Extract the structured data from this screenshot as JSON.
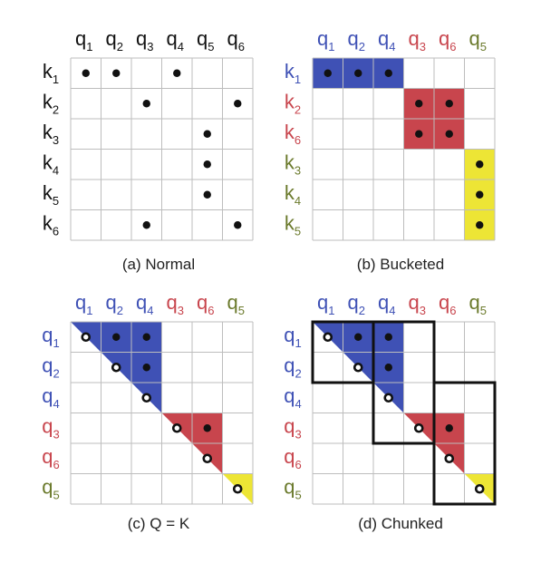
{
  "colors": {
    "blue": "#3f51b5",
    "red": "#c8454d",
    "yellow": "#ede535",
    "olive": "#6b7a2c",
    "black": "#111111",
    "grid": "#bdbdbd"
  },
  "panels": [
    {
      "id": "a",
      "caption": "(a) Normal",
      "col_labels": [
        {
          "base": "q",
          "sub": "1",
          "color": "black"
        },
        {
          "base": "q",
          "sub": "2",
          "color": "black"
        },
        {
          "base": "q",
          "sub": "3",
          "color": "black"
        },
        {
          "base": "q",
          "sub": "4",
          "color": "black"
        },
        {
          "base": "q",
          "sub": "5",
          "color": "black"
        },
        {
          "base": "q",
          "sub": "6",
          "color": "black"
        }
      ],
      "row_labels": [
        {
          "base": "k",
          "sub": "1",
          "color": "black"
        },
        {
          "base": "k",
          "sub": "2",
          "color": "black"
        },
        {
          "base": "k",
          "sub": "3",
          "color": "black"
        },
        {
          "base": "k",
          "sub": "4",
          "color": "black"
        },
        {
          "base": "k",
          "sub": "5",
          "color": "black"
        },
        {
          "base": "k",
          "sub": "6",
          "color": "black"
        }
      ],
      "fills": [],
      "dots": [
        [
          0,
          0
        ],
        [
          0,
          1
        ],
        [
          0,
          3
        ],
        [
          1,
          2
        ],
        [
          1,
          5
        ],
        [
          2,
          4
        ],
        [
          3,
          4
        ],
        [
          4,
          4
        ],
        [
          5,
          2
        ],
        [
          5,
          5
        ]
      ],
      "boxes": []
    },
    {
      "id": "b",
      "caption": "(b) Bucketed",
      "col_labels": [
        {
          "base": "q",
          "sub": "1",
          "color": "blue"
        },
        {
          "base": "q",
          "sub": "2",
          "color": "blue"
        },
        {
          "base": "q",
          "sub": "4",
          "color": "blue"
        },
        {
          "base": "q",
          "sub": "3",
          "color": "red"
        },
        {
          "base": "q",
          "sub": "6",
          "color": "red"
        },
        {
          "base": "q",
          "sub": "5",
          "color": "olive"
        }
      ],
      "row_labels": [
        {
          "base": "k",
          "sub": "1",
          "color": "blue"
        },
        {
          "base": "k",
          "sub": "2",
          "color": "red"
        },
        {
          "base": "k",
          "sub": "6",
          "color": "red"
        },
        {
          "base": "k",
          "sub": "3",
          "color": "olive"
        },
        {
          "base": "k",
          "sub": "4",
          "color": "olive"
        },
        {
          "base": "k",
          "sub": "5",
          "color": "olive"
        }
      ],
      "fills": [
        {
          "shape": "rect",
          "r0": 0,
          "c0": 0,
          "r1": 1,
          "c1": 3,
          "color": "blue"
        },
        {
          "shape": "rect",
          "r0": 1,
          "c0": 3,
          "r1": 3,
          "c1": 5,
          "color": "red"
        },
        {
          "shape": "rect",
          "r0": 3,
          "c0": 5,
          "r1": 6,
          "c1": 6,
          "color": "yellow"
        }
      ],
      "dots": [
        [
          0,
          0
        ],
        [
          0,
          1
        ],
        [
          0,
          2
        ],
        [
          1,
          3
        ],
        [
          1,
          4
        ],
        [
          2,
          3
        ],
        [
          2,
          4
        ],
        [
          3,
          5
        ],
        [
          4,
          5
        ],
        [
          5,
          5
        ]
      ],
      "boxes": []
    },
    {
      "id": "c",
      "caption": "(c) Q = K",
      "col_labels": [
        {
          "base": "q",
          "sub": "1",
          "color": "blue"
        },
        {
          "base": "q",
          "sub": "2",
          "color": "blue"
        },
        {
          "base": "q",
          "sub": "4",
          "color": "blue"
        },
        {
          "base": "q",
          "sub": "3",
          "color": "red"
        },
        {
          "base": "q",
          "sub": "6",
          "color": "red"
        },
        {
          "base": "q",
          "sub": "5",
          "color": "olive"
        }
      ],
      "row_labels": [
        {
          "base": "q",
          "sub": "1",
          "color": "blue"
        },
        {
          "base": "q",
          "sub": "2",
          "color": "blue"
        },
        {
          "base": "q",
          "sub": "4",
          "color": "blue"
        },
        {
          "base": "q",
          "sub": "3",
          "color": "red"
        },
        {
          "base": "q",
          "sub": "6",
          "color": "red"
        },
        {
          "base": "q",
          "sub": "5",
          "color": "olive"
        }
      ],
      "fills": [
        {
          "shape": "tri",
          "s": 0,
          "e": 3,
          "color": "blue"
        },
        {
          "shape": "tri",
          "s": 3,
          "e": 5,
          "color": "red"
        },
        {
          "shape": "tri",
          "s": 5,
          "e": 6,
          "color": "yellow"
        }
      ],
      "dots": [
        [
          0,
          1
        ],
        [
          0,
          2
        ],
        [
          1,
          2
        ],
        [
          3,
          4
        ]
      ],
      "rings": [
        [
          0,
          0
        ],
        [
          1,
          1
        ],
        [
          2,
          2
        ],
        [
          3,
          3
        ],
        [
          4,
          4
        ],
        [
          5,
          5
        ]
      ],
      "boxes": []
    },
    {
      "id": "d",
      "caption": "(d) Chunked",
      "col_labels": [
        {
          "base": "q",
          "sub": "1",
          "color": "blue"
        },
        {
          "base": "q",
          "sub": "2",
          "color": "blue"
        },
        {
          "base": "q",
          "sub": "4",
          "color": "blue"
        },
        {
          "base": "q",
          "sub": "3",
          "color": "red"
        },
        {
          "base": "q",
          "sub": "6",
          "color": "red"
        },
        {
          "base": "q",
          "sub": "5",
          "color": "olive"
        }
      ],
      "row_labels": [
        {
          "base": "q",
          "sub": "1",
          "color": "blue"
        },
        {
          "base": "q",
          "sub": "2",
          "color": "blue"
        },
        {
          "base": "q",
          "sub": "4",
          "color": "blue"
        },
        {
          "base": "q",
          "sub": "3",
          "color": "red"
        },
        {
          "base": "q",
          "sub": "6",
          "color": "red"
        },
        {
          "base": "q",
          "sub": "5",
          "color": "olive"
        }
      ],
      "fills": [
        {
          "shape": "tri",
          "s": 0,
          "e": 3,
          "color": "blue"
        },
        {
          "shape": "tri",
          "s": 3,
          "e": 5,
          "color": "red"
        },
        {
          "shape": "tri",
          "s": 5,
          "e": 6,
          "color": "yellow"
        }
      ],
      "dots": [
        [
          0,
          1
        ],
        [
          0,
          2
        ],
        [
          1,
          2
        ],
        [
          3,
          4
        ]
      ],
      "rings": [
        [
          0,
          0
        ],
        [
          1,
          1
        ],
        [
          2,
          2
        ],
        [
          3,
          3
        ],
        [
          4,
          4
        ],
        [
          5,
          5
        ]
      ],
      "boxes": [
        {
          "r0": 0,
          "c0": 0,
          "r1": 2,
          "c1": 2
        },
        {
          "r0": 0,
          "c0": 2,
          "r1": 4,
          "c1": 4
        },
        {
          "r0": 2,
          "c0": 4,
          "r1": 6,
          "c1": 6
        }
      ]
    }
  ]
}
